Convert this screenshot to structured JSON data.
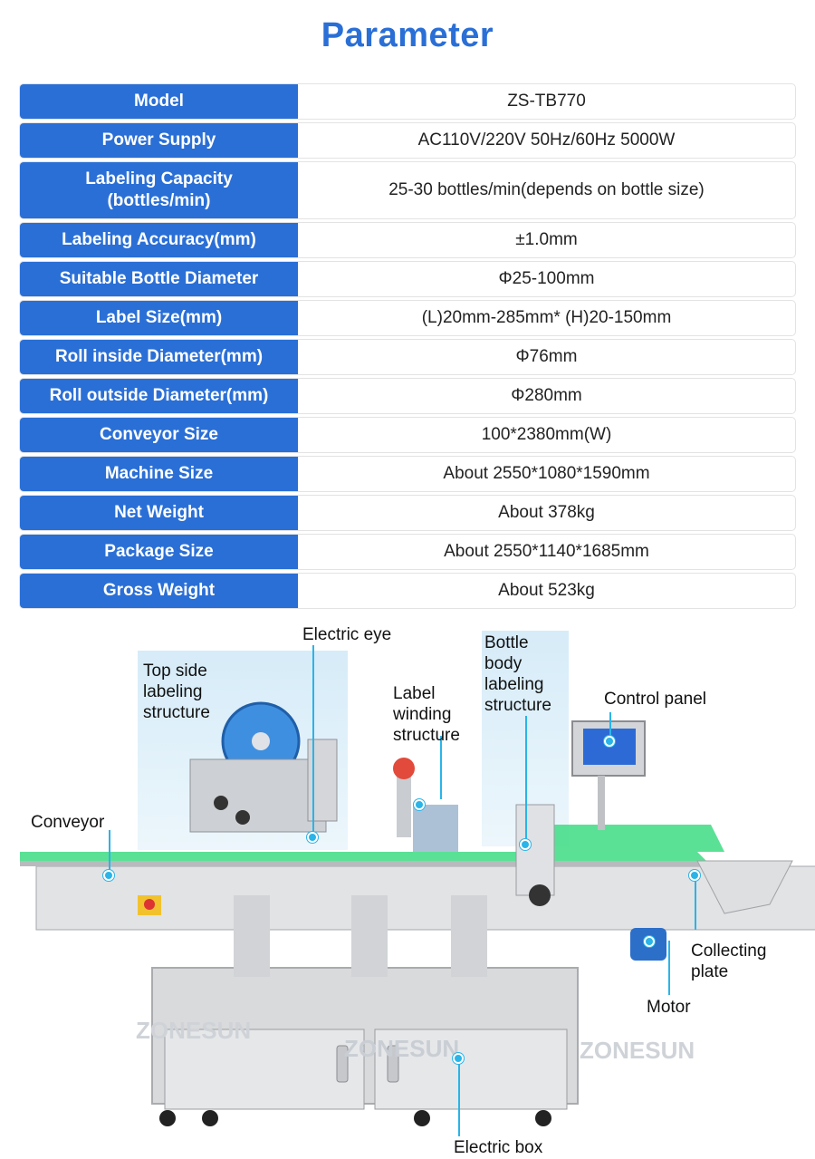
{
  "title": "Parameter",
  "params": [
    {
      "label": "Model",
      "value": "ZS-TB770"
    },
    {
      "label": "Power Supply",
      "value": "AC110V/220V 50Hz/60Hz 5000W"
    },
    {
      "label": "Labeling Capacity\n(bottles/min)",
      "value": "25-30 bottles/min(depends on bottle size)"
    },
    {
      "label": "Labeling Accuracy(mm)",
      "value": "±1.0mm"
    },
    {
      "label": "Suitable Bottle Diameter",
      "value": "Φ25-100mm"
    },
    {
      "label": "Label Size(mm)",
      "value": "(L)20mm-285mm* (H)20-150mm"
    },
    {
      "label": "Roll inside Diameter(mm)",
      "value": "Φ76mm"
    },
    {
      "label": "Roll outside Diameter(mm)",
      "value": "Φ280mm"
    },
    {
      "label": "Conveyor Size",
      "value": "100*2380mm(W)"
    },
    {
      "label": "Machine Size",
      "value": "About 2550*1080*1590mm"
    },
    {
      "label": "Net Weight",
      "value": "About 378kg"
    },
    {
      "label": "Package Size",
      "value": "About 2550*1140*1685mm"
    },
    {
      "label": "Gross Weight",
      "value": "About 523kg"
    }
  ],
  "callouts": {
    "electric_eye": "Electric eye",
    "top_side": "Top side\nlabeling\nstructure",
    "label_winding": "Label\nwinding\nstructure",
    "bottle_body": "Bottle\nbody\nlabeling\nstructure",
    "control_panel": "Control panel",
    "conveyor": "Conveyor",
    "collecting_plate": "Collecting\nplate",
    "motor": "Motor",
    "electric_box": "Electric box"
  },
  "watermark": "ZONESUN",
  "colors": {
    "accent": "#2a6fd6",
    "callout": "#2ab4e8",
    "belt": "#3ddc84"
  }
}
